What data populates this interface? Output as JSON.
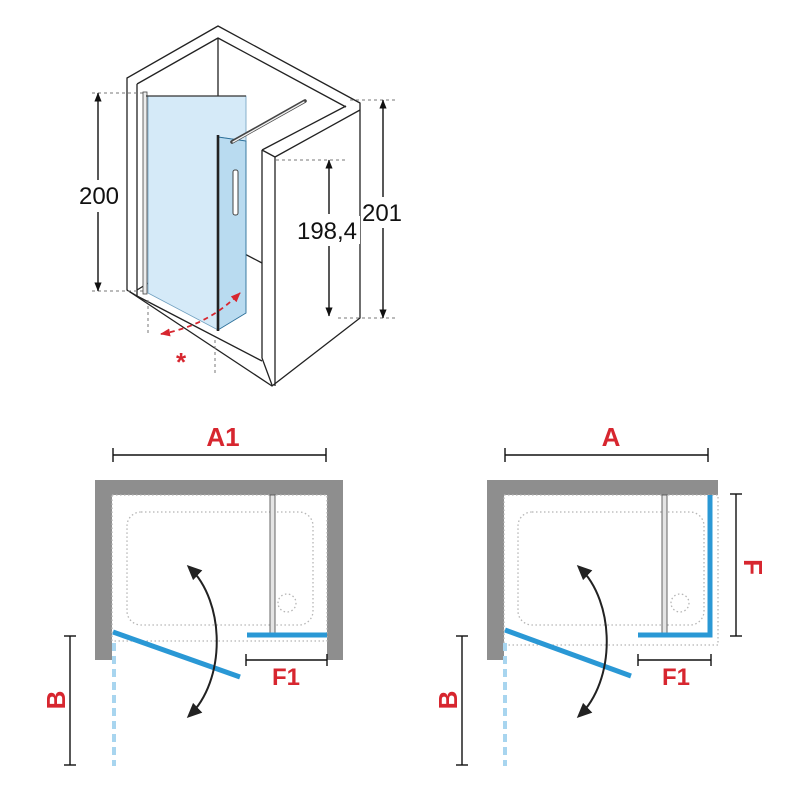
{
  "elevation": {
    "height_fixed_panel": "200",
    "height_total": "201",
    "height_door": "198,4",
    "swing_marker": "*"
  },
  "plan_left": {
    "width_label": "A1",
    "fixed_panel_label": "F1",
    "opening_label": "B"
  },
  "plan_right": {
    "width_label": "A",
    "fixed_panel_label": "F1",
    "side_panel_label": "F",
    "opening_label": "B"
  },
  "colors": {
    "label_red": "#d7262f",
    "glass_blue": "#2a98d5",
    "glass_tint": "#d5eaf8",
    "door_tint": "#b9dbf0",
    "wall_gray": "#8e8e8e",
    "opening_dash": "#a8d5ef"
  }
}
